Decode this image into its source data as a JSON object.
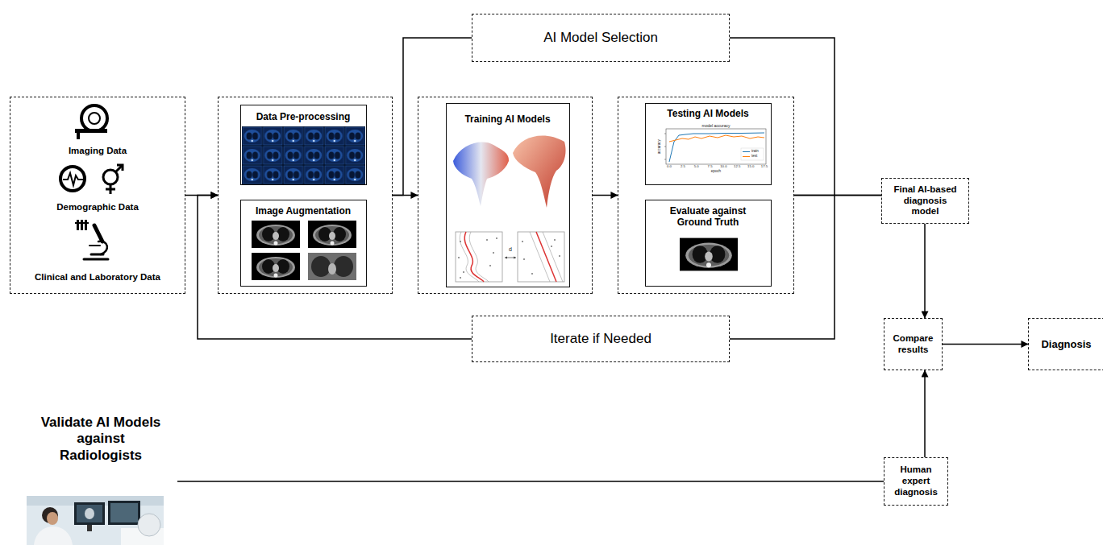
{
  "diagram": {
    "nodes": [
      {
        "text": [
          "Imaging Data",
          "Demographic Data",
          "Clinical and Laboratory Data"
        ]
      },
      {
        "text": []
      },
      {
        "text": [
          "Data Pre-processing"
        ],
        "in": 1
      },
      {
        "text": [
          "Image Augmentation"
        ],
        "in": 1
      },
      {
        "text": []
      },
      {
        "text": [
          "Training AI Models"
        ],
        "in": 4
      },
      {
        "text": []
      },
      {
        "text": [
          "Testing AI Models"
        ],
        "in": 6
      },
      {
        "text": [
          "Evaluate against Ground Truth"
        ],
        "in": 6
      },
      {
        "text": [
          "AI Model Selection"
        ]
      },
      {
        "text": [
          "Iterate if Needed"
        ]
      },
      {
        "text": [
          "Final AI-based diagnosis model"
        ]
      },
      {
        "text": [
          "Compare results"
        ]
      },
      {
        "text": [
          "Diagnosis"
        ]
      },
      {
        "text": [
          "Human expert diagnosis"
        ]
      },
      {
        "text": [
          "Validate AI Models against Radiologists"
        ]
      }
    ],
    "edges": [
      {
        "from": 0,
        "to": 1,
        "arrow": "to"
      },
      {
        "from": 1,
        "to": 4,
        "arrow": "to"
      },
      {
        "from": 1,
        "to": 9,
        "arrow": "none"
      },
      {
        "from": 4,
        "to": 6,
        "arrow": "to"
      },
      {
        "from": 6,
        "to": 11,
        "arrow": "none"
      },
      {
        "from": 9,
        "to": 11,
        "arrow": "none"
      },
      {
        "from": 6,
        "to": 10,
        "arrow": "none"
      },
      {
        "from": 10,
        "to": 1,
        "arrow": "to"
      },
      {
        "from": 11,
        "to": 12,
        "arrow": "to"
      },
      {
        "from": 14,
        "to": 12,
        "arrow": "to"
      },
      {
        "from": 12,
        "to": 13,
        "arrow": "to"
      },
      {
        "from": 15,
        "to": 14,
        "arrow": "none"
      }
    ],
    "labels": [
      "d",
      "model accuracy",
      "accuracy",
      "0.0",
      "2.5",
      "5.0",
      "7.5",
      "10.0",
      "12.5",
      "15.0",
      "17.5",
      "epoch"
    ],
    "legend": [
      {
        "text": "train"
      },
      {
        "text": "test"
      }
    ]
  }
}
